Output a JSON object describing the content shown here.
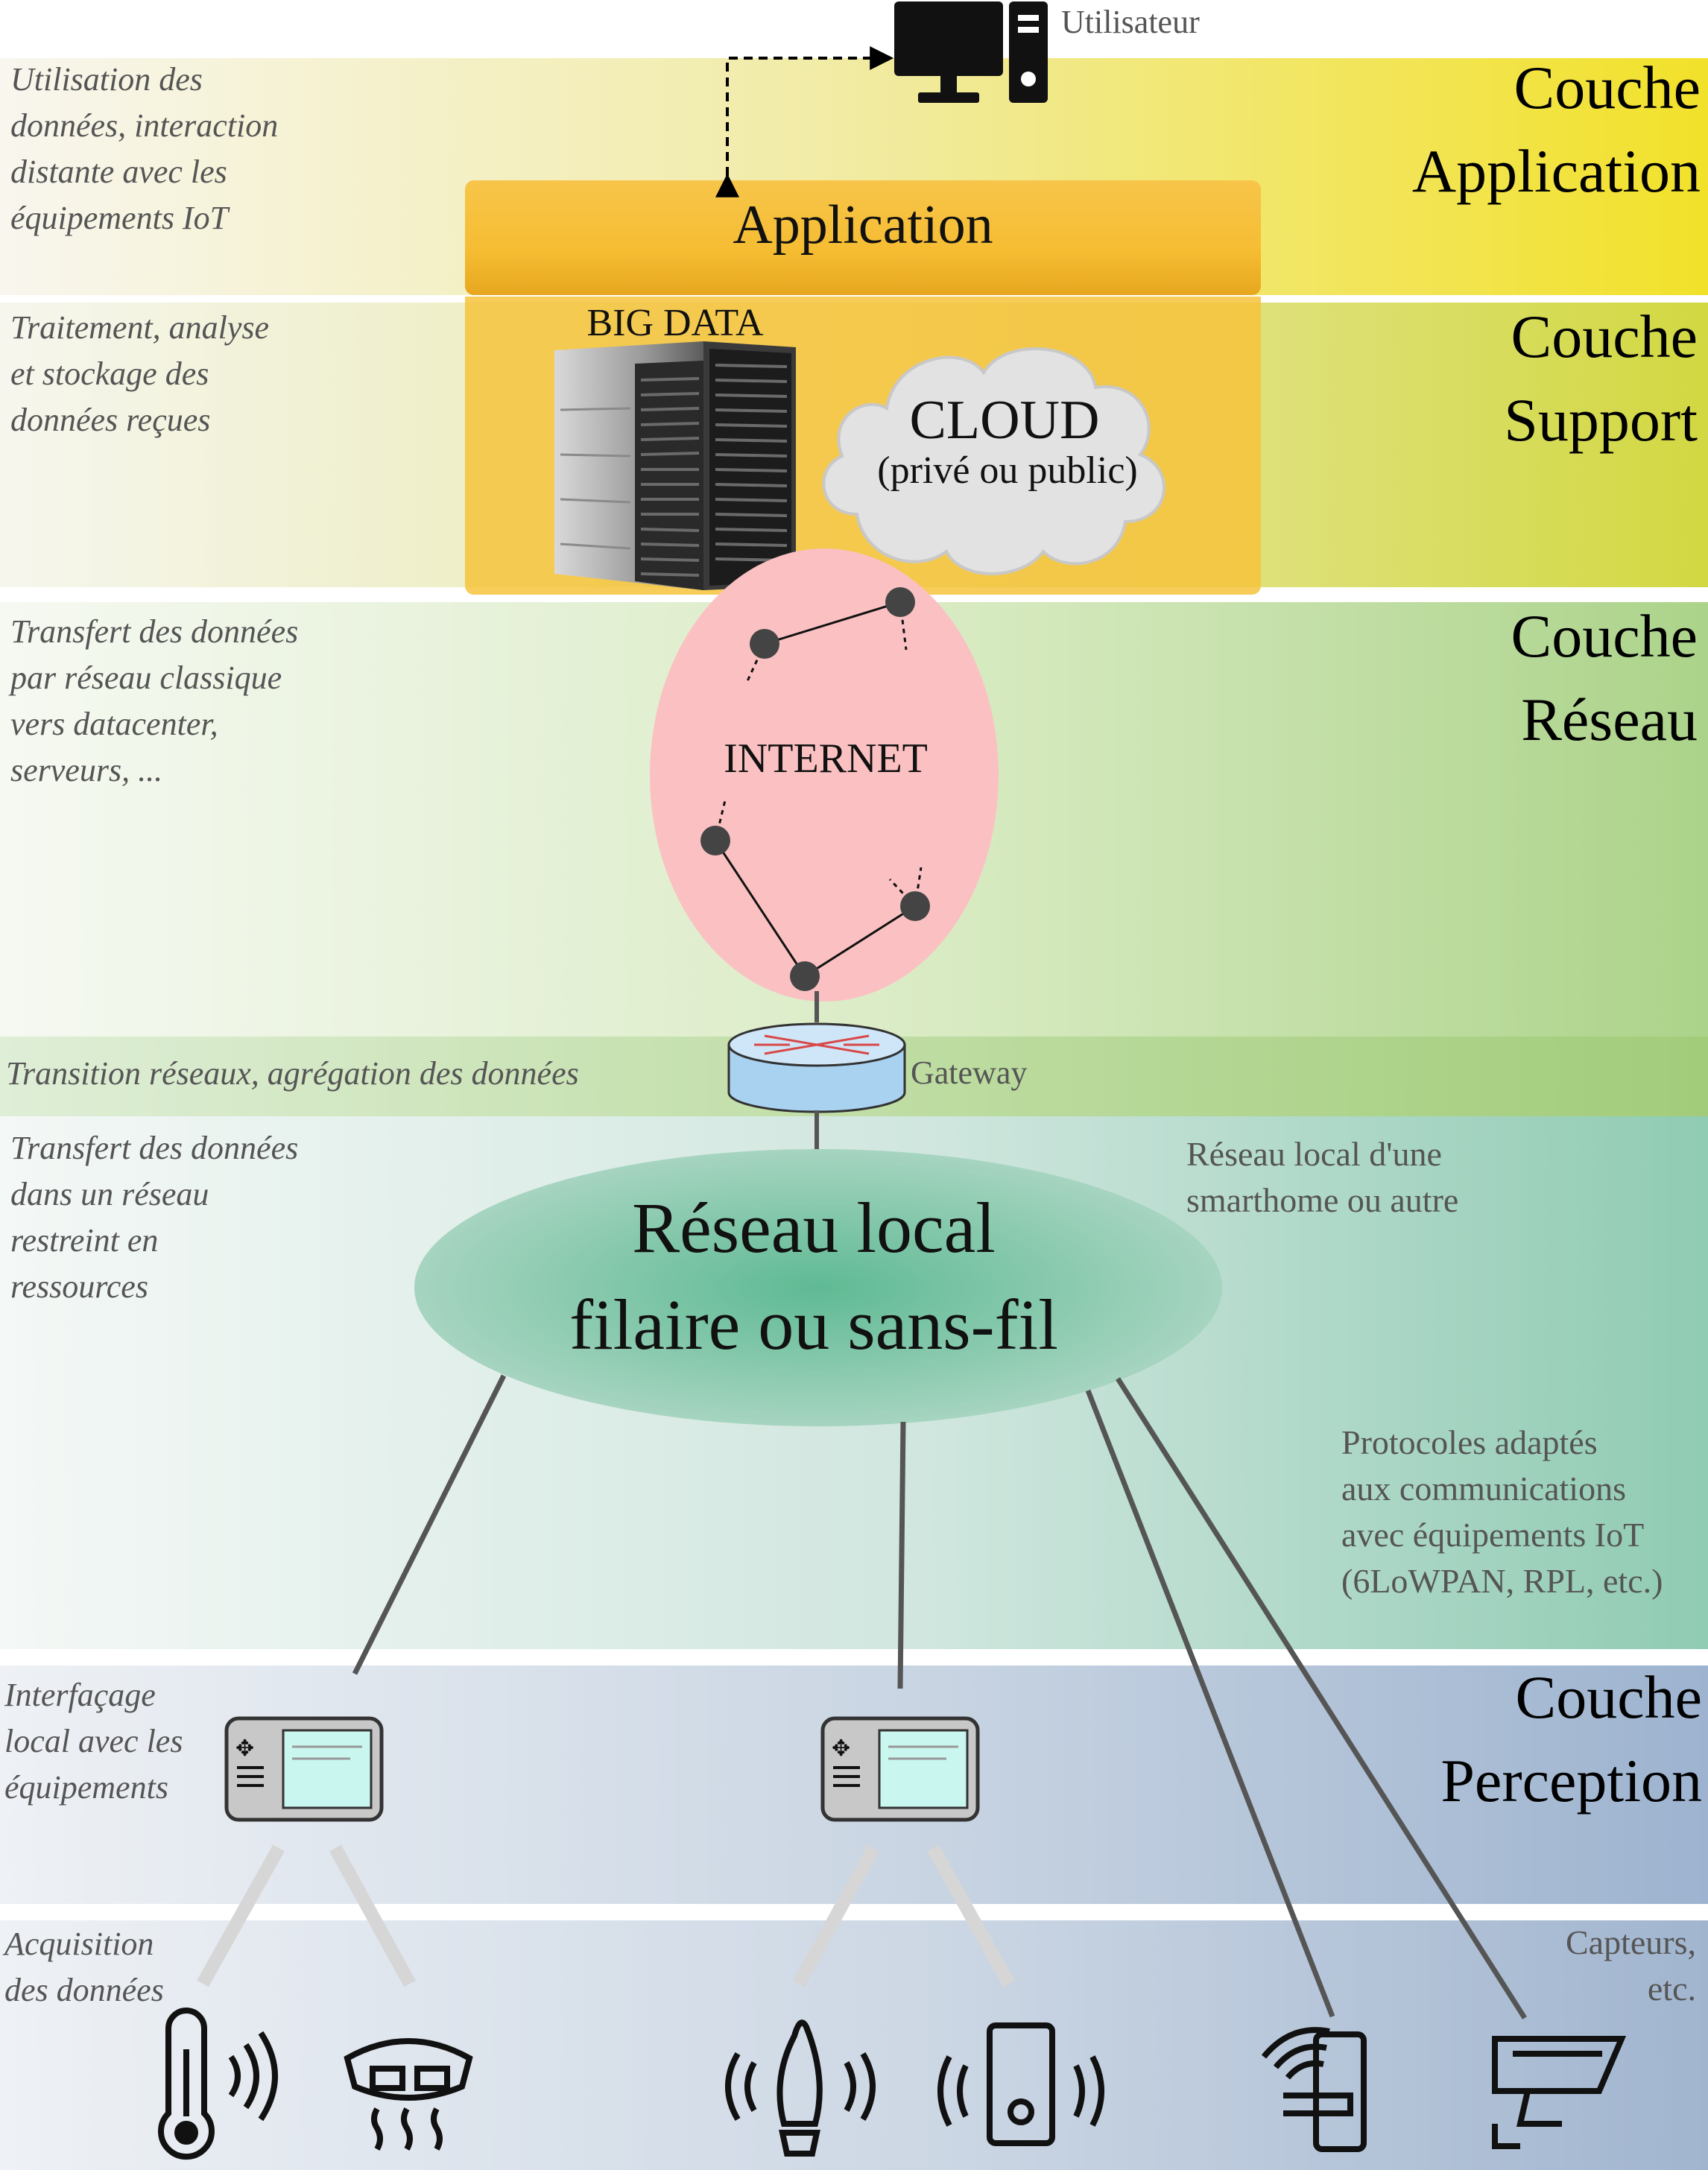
{
  "user": {
    "label": "Utilisateur"
  },
  "layers": {
    "application": {
      "title": "Couche\nApplication",
      "description": "Utilisation des\ndonnées, interaction\ndistante avec les\néquipements IoT"
    },
    "support": {
      "title": "Couche\nSupport",
      "description": "Traitement, analyse\net stockage des\ndonnées reçues"
    },
    "reseau": {
      "title": "Couche\nRéseau",
      "description": "Transfert des données\npar réseau classique\nvers datacenter,\nserveurs, ..."
    },
    "gateway": {
      "description": "Transition réseaux, agrégation des données"
    },
    "local": {
      "description": "Transfert des données\ndans un réseau\nrestreint en\nressources"
    },
    "perception": {
      "title": "Couche\nPerception",
      "description": "Interfaçage\nlocal avec les\néquipements"
    },
    "acquisition": {
      "description": "Acquisition\ndes données"
    }
  },
  "components": {
    "application": "Application",
    "big_data": "BIG DATA",
    "cloud_title": "CLOUD",
    "cloud_subtitle": "(privé ou public)",
    "internet": "INTERNET",
    "gateway": "Gateway",
    "local_network_line1": "Réseau local",
    "local_network_line2": "filaire ou sans-fil"
  },
  "notes": {
    "smarthome": "Réseau local d'une\nsmarthome ou autre",
    "protocols": "Protocoles adaptés\naux communications\navec équipements IoT\n(6LoWPAN, RPL, etc.)",
    "sensors": "Capteurs,\netc."
  },
  "icons": [
    "computer-icon",
    "server-rack-icon",
    "cloud-icon",
    "router-icon",
    "controller-icon",
    "thermometer-icon",
    "smoke-detector-icon",
    "footstep-sensor-icon",
    "phone-vibration-icon",
    "smart-lock-icon",
    "camera-icon"
  ]
}
